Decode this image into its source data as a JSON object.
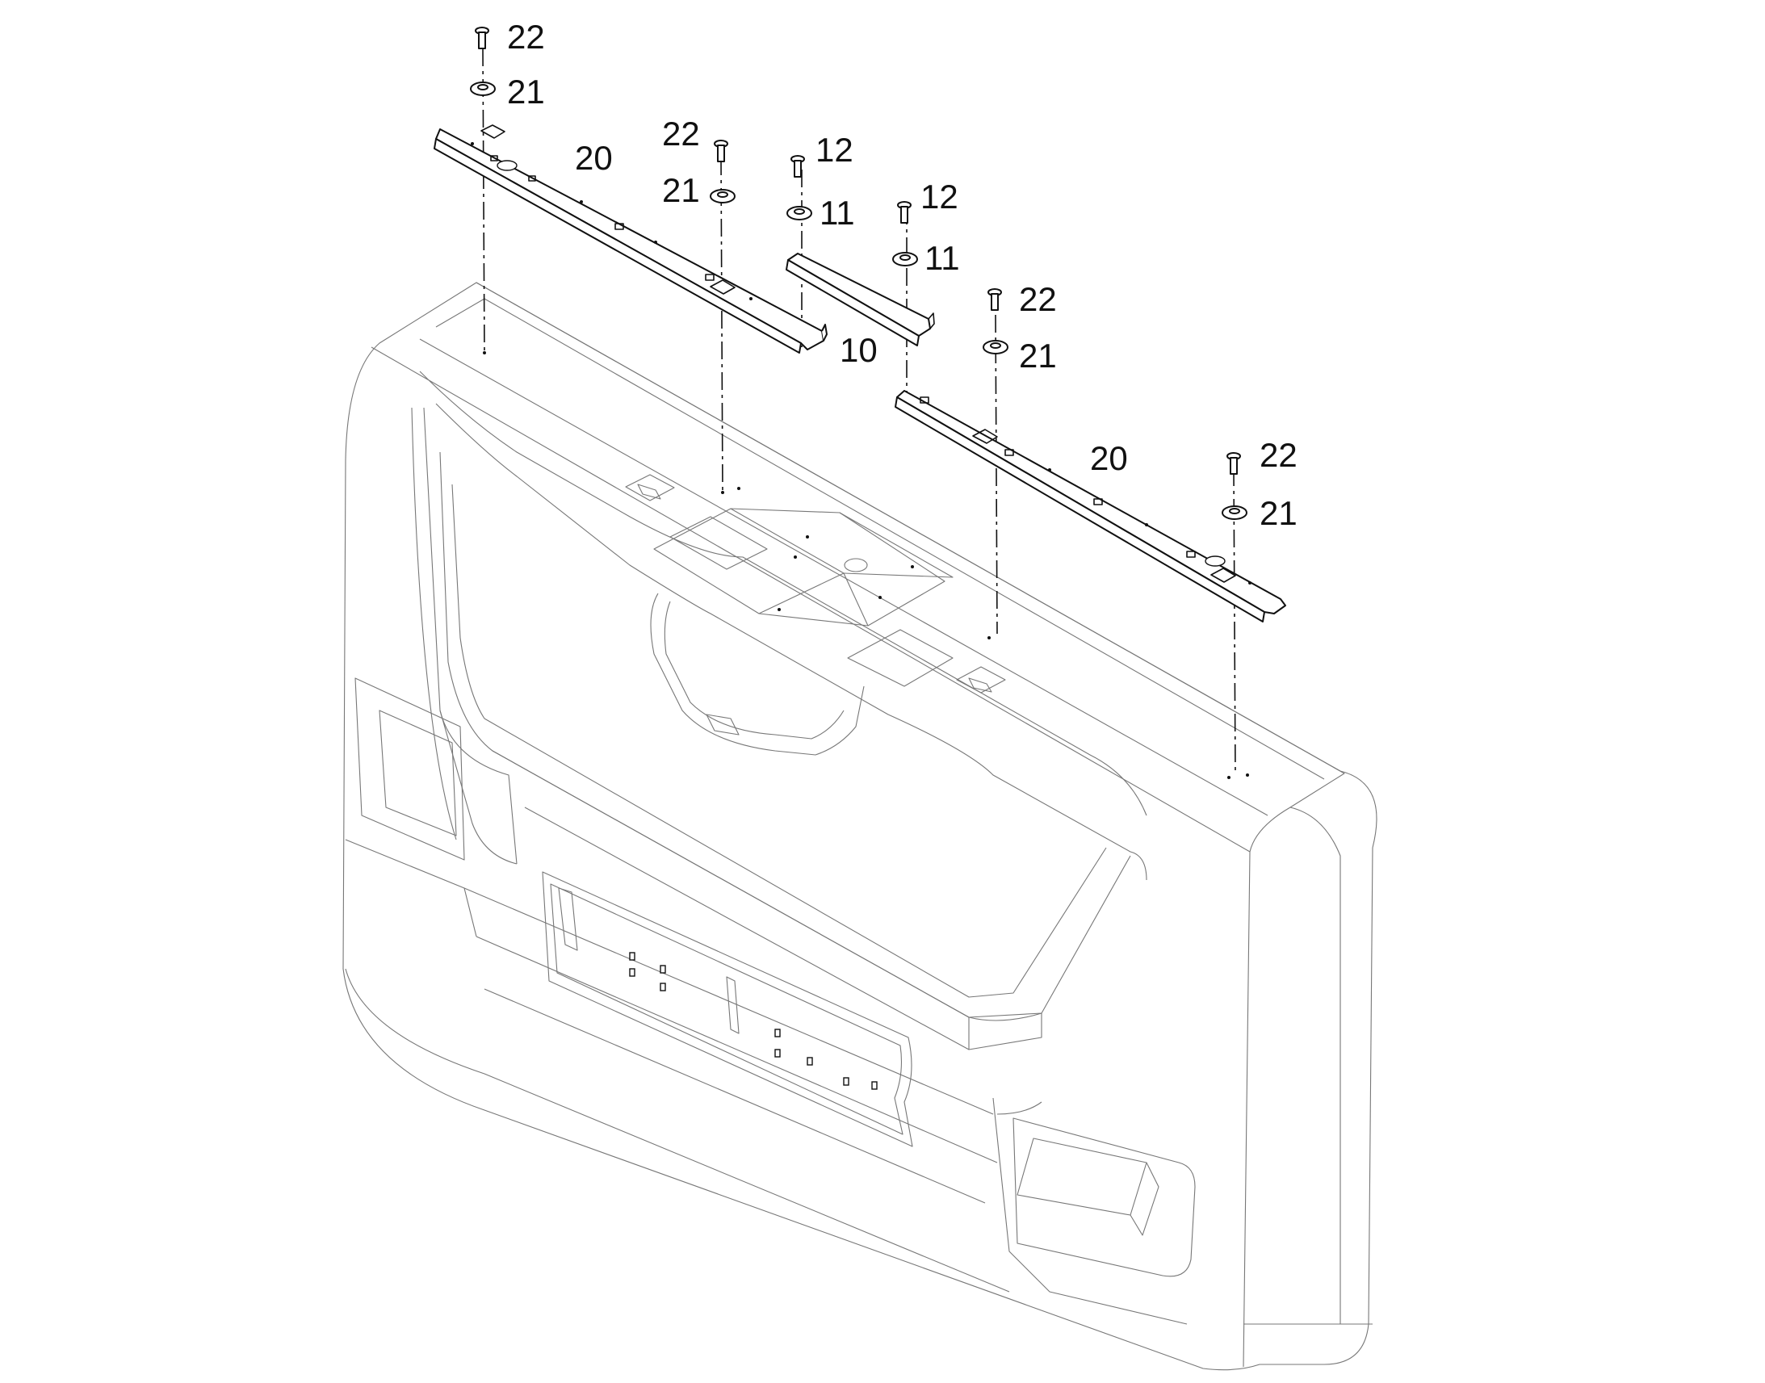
{
  "callouts": [
    {
      "id": "c1",
      "label": "22"
    },
    {
      "id": "c2",
      "label": "21"
    },
    {
      "id": "c3",
      "label": "20"
    },
    {
      "id": "c4",
      "label": "22"
    },
    {
      "id": "c5",
      "label": "21"
    },
    {
      "id": "c6",
      "label": "12"
    },
    {
      "id": "c7",
      "label": "11"
    },
    {
      "id": "c8",
      "label": "12"
    },
    {
      "id": "c9",
      "label": "11"
    },
    {
      "id": "c10",
      "label": "10"
    },
    {
      "id": "c11",
      "label": "22"
    },
    {
      "id": "c12",
      "label": "21"
    },
    {
      "id": "c13",
      "label": "20"
    },
    {
      "id": "c14",
      "label": "22"
    },
    {
      "id": "c15",
      "label": "21"
    }
  ]
}
